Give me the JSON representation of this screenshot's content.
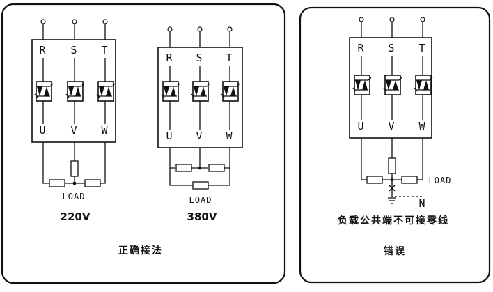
{
  "terminals": {
    "input": [
      "R",
      "S",
      "T"
    ],
    "output": [
      "U",
      "V",
      "W"
    ]
  },
  "load_label": "LOAD",
  "neutral_label": "N",
  "panel_correct": {
    "diagram_220": {
      "voltage": "220V"
    },
    "diagram_380": {
      "voltage": "380V"
    },
    "caption": "正确接法"
  },
  "panel_wrong": {
    "note": "负载公共端不可接零线",
    "caption": "错误"
  }
}
